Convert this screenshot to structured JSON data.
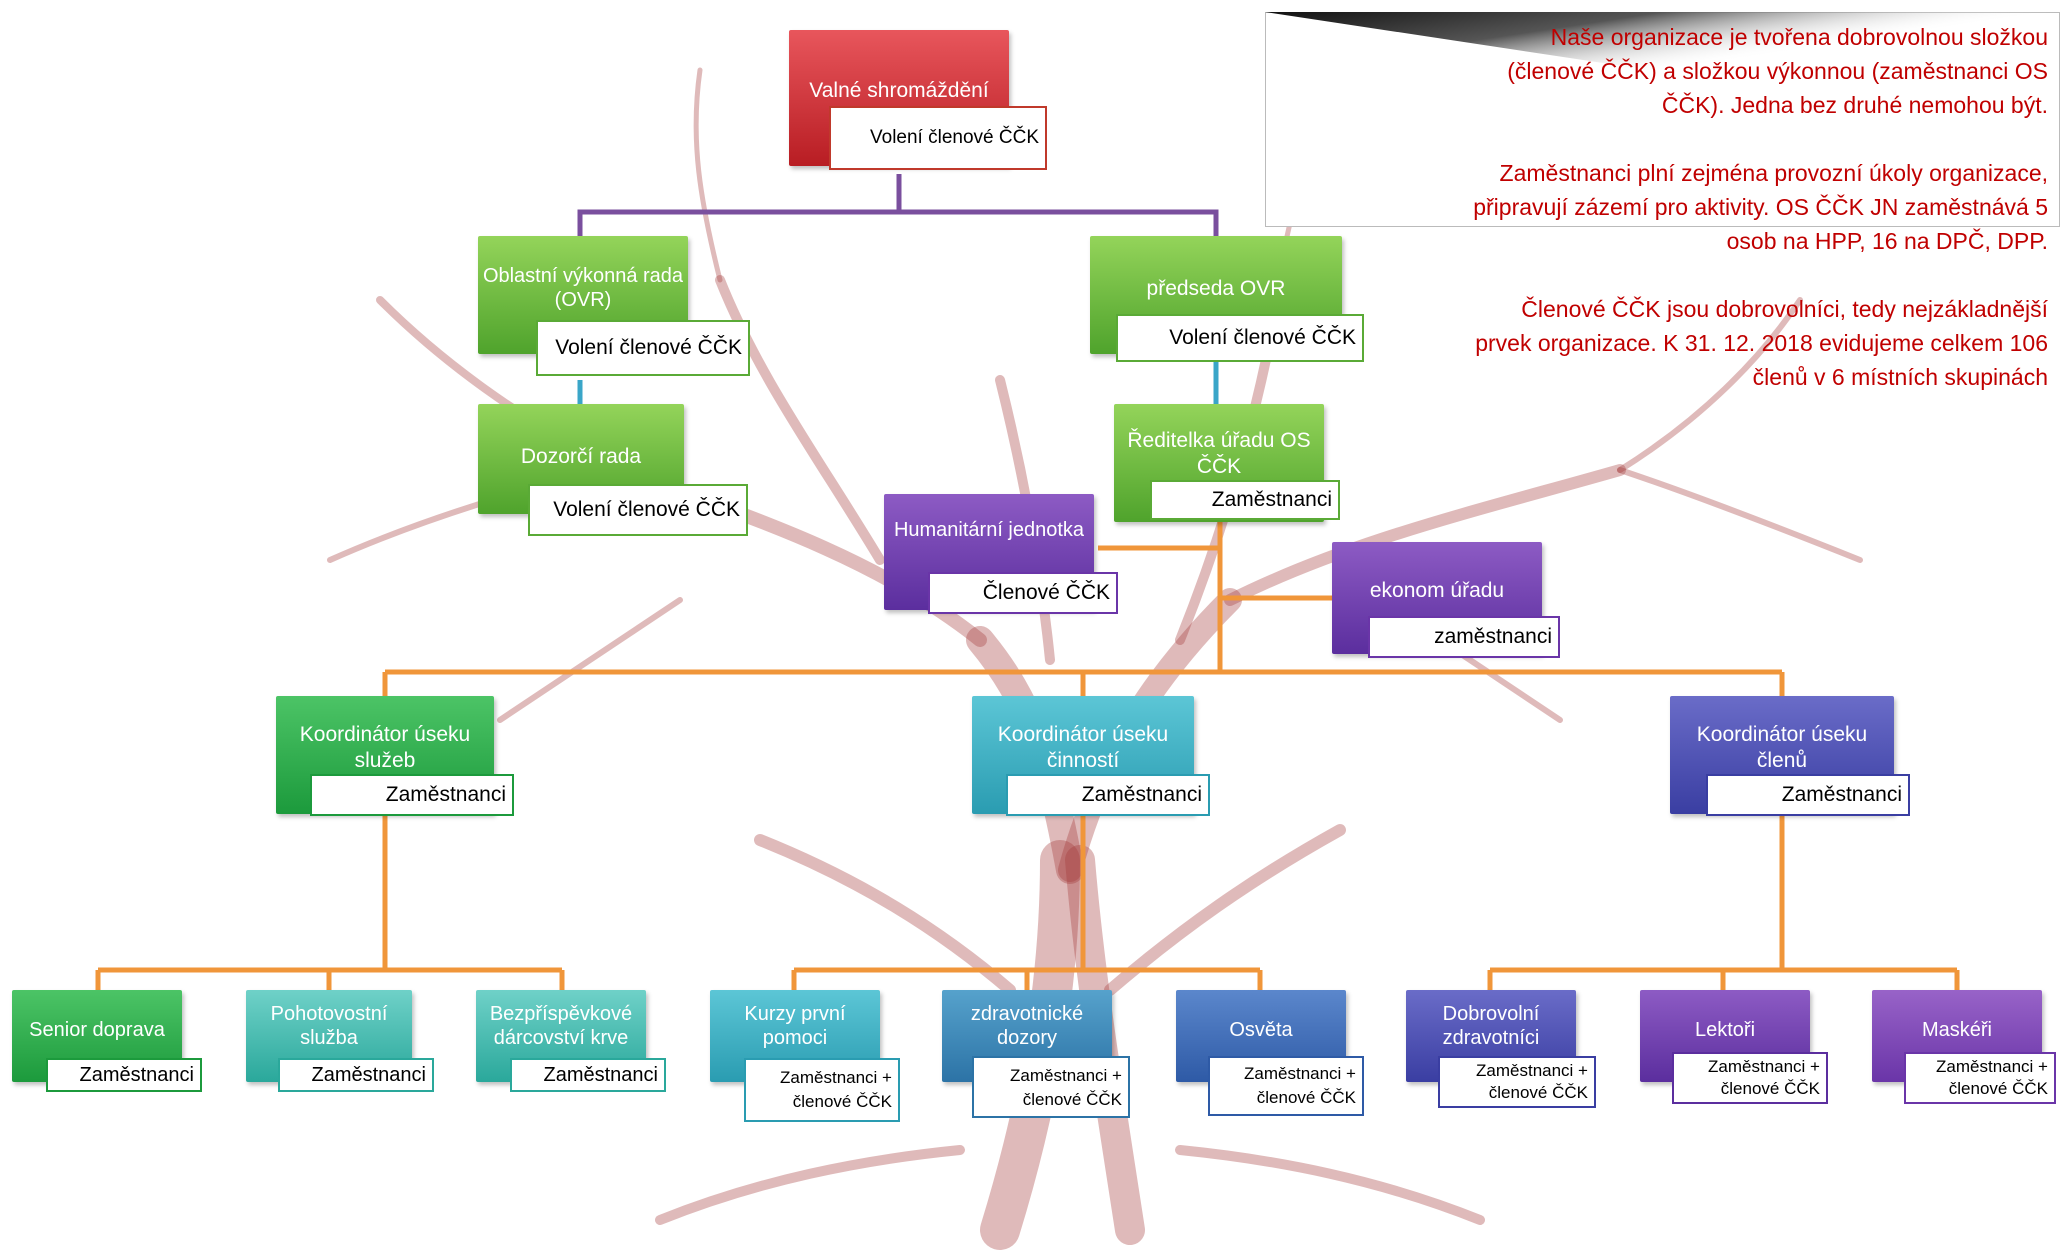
{
  "diagram": {
    "top": {
      "title": "Valné shromáždění",
      "sub": "Volení členové ČČK"
    },
    "ovr": {
      "title": "Oblastní výkonná rada (OVR)",
      "sub": "Volení členové ČČK"
    },
    "chair": {
      "title": "předseda OVR",
      "sub": "Volení členové ČČK"
    },
    "supervisory": {
      "title": "Dozorčí rada",
      "sub": "Volení členové ČČK"
    },
    "director": {
      "title": "Ředitelka úřadu OS ČČK",
      "sub": "Zaměstnanci"
    },
    "humanitarian": {
      "title": "Humanitární jednotka",
      "sub": "Členové ČČK"
    },
    "economist": {
      "title": "ekonom úřadu",
      "sub": "zaměstnanci"
    },
    "coord_services": {
      "title": "Koordinátor úseku služeb",
      "sub": "Zaměstnanci"
    },
    "coord_activities": {
      "title": "Koordinátor úseku činností",
      "sub": "Zaměstnanci"
    },
    "coord_members": {
      "title": "Koordinátor úseku členů",
      "sub": "Zaměstnanci"
    },
    "senior": {
      "title": "Senior doprava",
      "sub": "Zaměstnanci"
    },
    "emergency": {
      "title": "Pohotovostní služba",
      "sub": "Zaměstnanci"
    },
    "blood": {
      "title": "Bezpříspěvkové dárcovství krve",
      "sub": "Zaměstnanci"
    },
    "firstaid": {
      "title": "Kurzy první pomoci",
      "sub": "Zaměstnanci + členové ČČK"
    },
    "medical": {
      "title": "zdravotnické dozory",
      "sub": "Zaměstnanci + členové ČČK"
    },
    "education": {
      "title": "Osvěta",
      "sub": "Zaměstnanci + členové ČČK"
    },
    "volunteers": {
      "title": "Dobrovolní zdravotníci",
      "sub": "Zaměstnanci + členové ČČK"
    },
    "lecturers": {
      "title": "Lektoři",
      "sub": "Zaměstnanci + členové ČČK"
    },
    "makeup": {
      "title": "Maskéři",
      "sub": "Zaměstnanci + členové ČČK"
    }
  },
  "note": {
    "p1": "Naše organizace je tvořena dobrovolnou složkou (členové ČČK) a složkou výkonnou (zaměstnanci OS ČČK). Jedna bez druhé nemohou být.",
    "p2": "Zaměstnanci plní zejména provozní úkoly organizace, připravují zázemí pro aktivity. OS ČČK JN zaměstnává 5 osob na HPP, 16 na DPČ, DPP.",
    "p3": "Členové ČČK jsou dobrovolníci, tedy nejzákladnější prvek organizace. K 31. 12. 2018 evidujeme celkem 106 členů v 6 místních skupinách"
  },
  "colors": {
    "connector_purple": "#7a4f9e",
    "connector_blue": "#3aa6c8",
    "connector_orange": "#f0963a",
    "note_text": "#c00000",
    "tree": "#9b2b2b"
  }
}
